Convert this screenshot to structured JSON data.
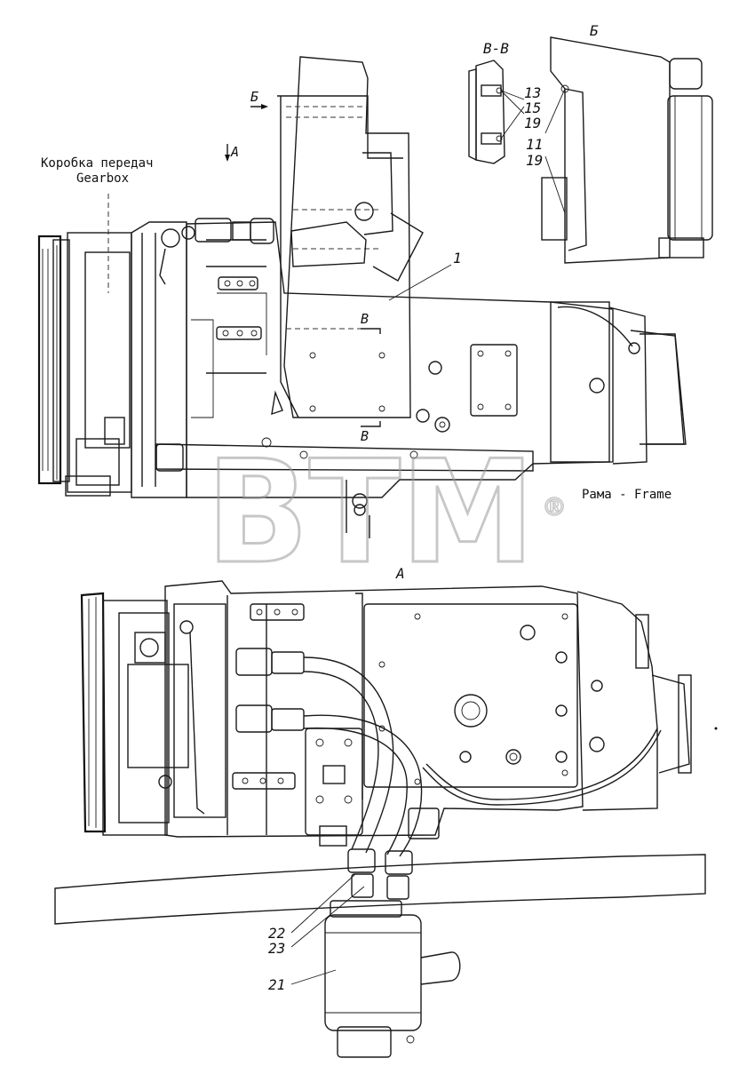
{
  "labels": {
    "gearbox_ru": "Коробка передач",
    "gearbox_en": "Gearbox",
    "frame": "Рама - Frame",
    "view_a_arrow": "А",
    "view_a_title": "А",
    "view_b_arrow": "Б",
    "view_b_title": "Б",
    "section_v_title": "В-В",
    "section_v_mark_top": "В",
    "section_v_mark_bottom": "В"
  },
  "callouts": {
    "c1": "1",
    "c13": "13",
    "c15": "15",
    "c19a": "19",
    "c11": "11",
    "c19b": "19",
    "c22": "22",
    "c23": "23",
    "c21": "21"
  },
  "watermark": {
    "text": "BTM",
    "registered": "®",
    "color": "#9a9a9a"
  },
  "colors": {
    "ink": "#1a1a1a",
    "background": "#ffffff"
  }
}
